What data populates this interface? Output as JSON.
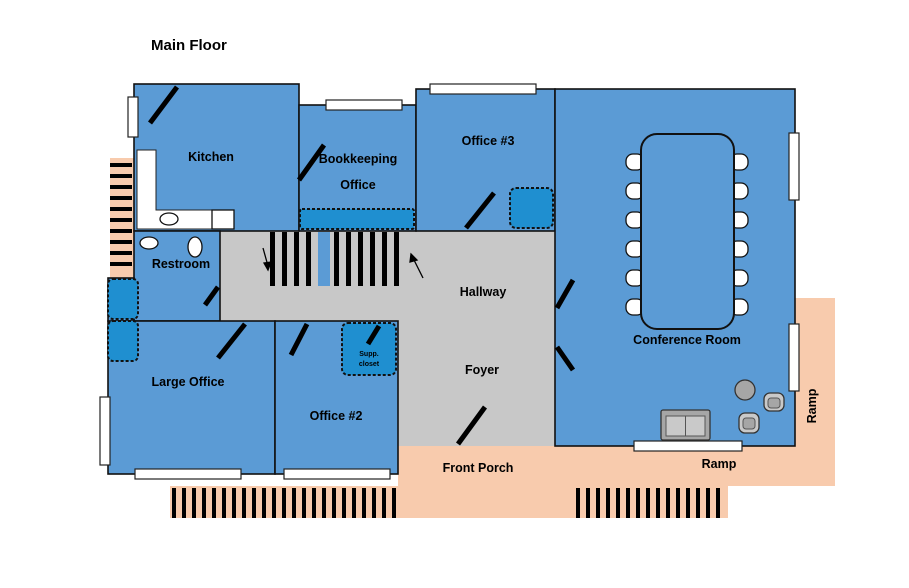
{
  "title": "Main Floor",
  "rooms": {
    "kitchen": "Kitchen",
    "bookkeeping_line1": "Bookkeeping",
    "bookkeeping_line2": "Office",
    "office3": "Office #3",
    "conference": "Conference Room",
    "restroom": "Restroom",
    "hallway": "Hallway",
    "large_office": "Large Office",
    "office2": "Office #2",
    "supp_closet_line1": "Supp.",
    "supp_closet_line2": "closet",
    "foyer": "Foyer"
  },
  "exterior": {
    "front_porch": "Front Porch",
    "ramp_bottom": "Ramp",
    "ramp_side": "Ramp"
  },
  "colors": {
    "room_fill": "#5B9BD5",
    "hallway_fill": "#C8C8C8",
    "porch_fill": "#F8CBAD",
    "closet_fill": "#1F8FD0"
  }
}
